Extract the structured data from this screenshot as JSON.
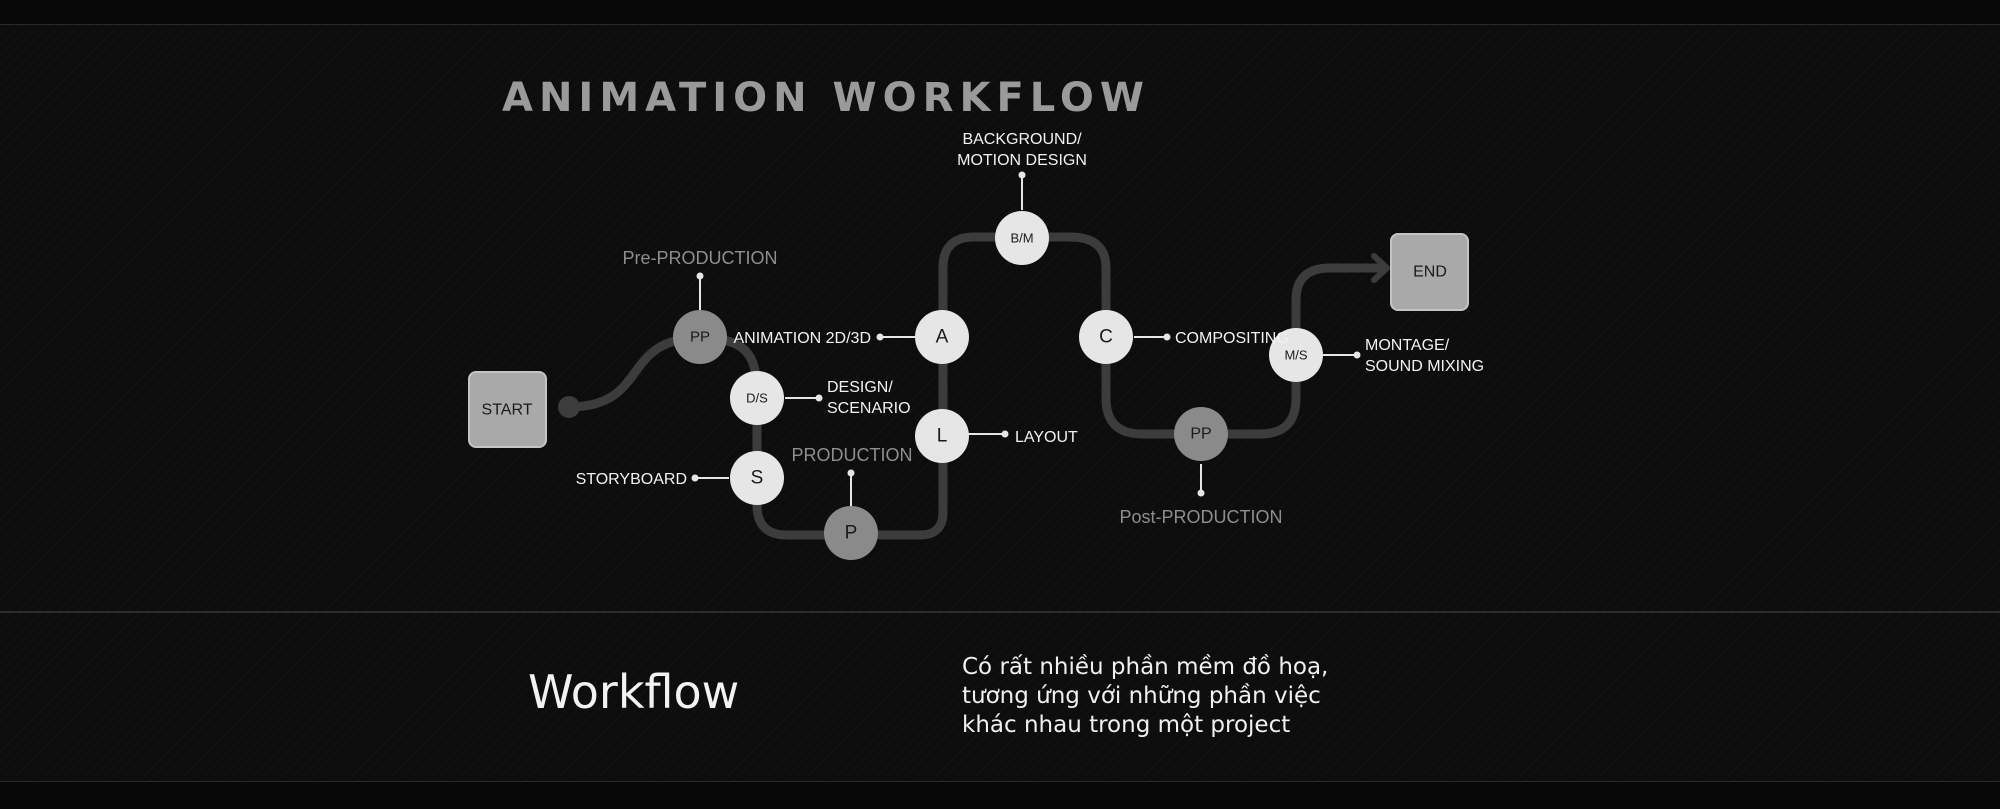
{
  "title": "ANIMATION WORKFLOW",
  "colors": {
    "path": "#3c3c3c",
    "node_light": "#e6e6e6",
    "node_dark": "#8a8a8a",
    "box": "#a9a9a9",
    "phase_text": "#8e8e8e"
  },
  "endpoints": {
    "start": "START",
    "end": "END"
  },
  "nodes": {
    "pp_pre": "PP",
    "ds": "D/S",
    "s": "S",
    "p": "P",
    "l": "L",
    "a": "A",
    "bm": "B/M",
    "c": "C",
    "pp_post": "PP",
    "ms": "M/S"
  },
  "phases": {
    "pre": "Pre-PRODUCTION",
    "production": "PRODUCTION",
    "post": "Post-PRODUCTION"
  },
  "labels": {
    "design_1": "DESIGN/",
    "design_2": "SCENARIO",
    "storyboard": "STORYBOARD",
    "layout": "LAYOUT",
    "animation": "ANIMATION 2D/3D",
    "background_1": "BACKGROUND/",
    "background_2": "MOTION DESIGN",
    "compositing": "COMPOSITING",
    "montage_1": "MONTAGE/",
    "montage_2": "SOUND MIXING"
  },
  "caption": {
    "title": "Workflow",
    "lines": [
      "Có rất nhiều phần mềm đồ hoạ,",
      "tương ứng với những phần việc",
      "khác nhau trong một project"
    ]
  }
}
